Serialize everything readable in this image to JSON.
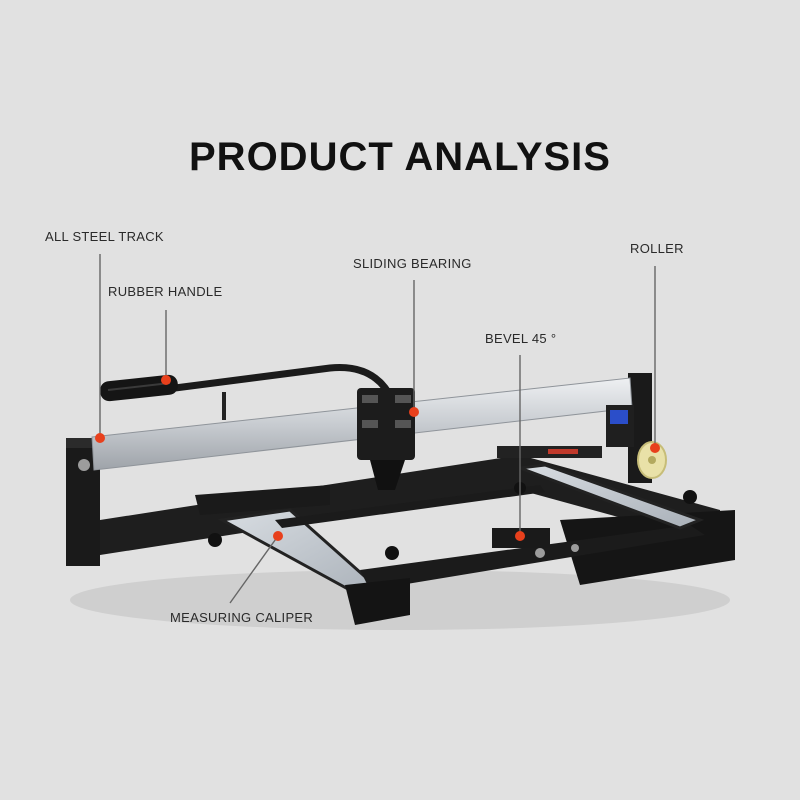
{
  "title": "PRODUCT ANALYSIS",
  "callouts": {
    "track": "ALL STEEL TRACK",
    "handle": "RUBBER HANDLE",
    "bearing": "SLIDING BEARING",
    "bevel": "BEVEL 45 °",
    "roller": "ROLLER",
    "caliper": "MEASURING CALIPER"
  },
  "colors": {
    "background": "#e1e1e1",
    "marker": "#e8401c",
    "steel": "#c9ccd0",
    "frame": "#1c1c1c"
  }
}
